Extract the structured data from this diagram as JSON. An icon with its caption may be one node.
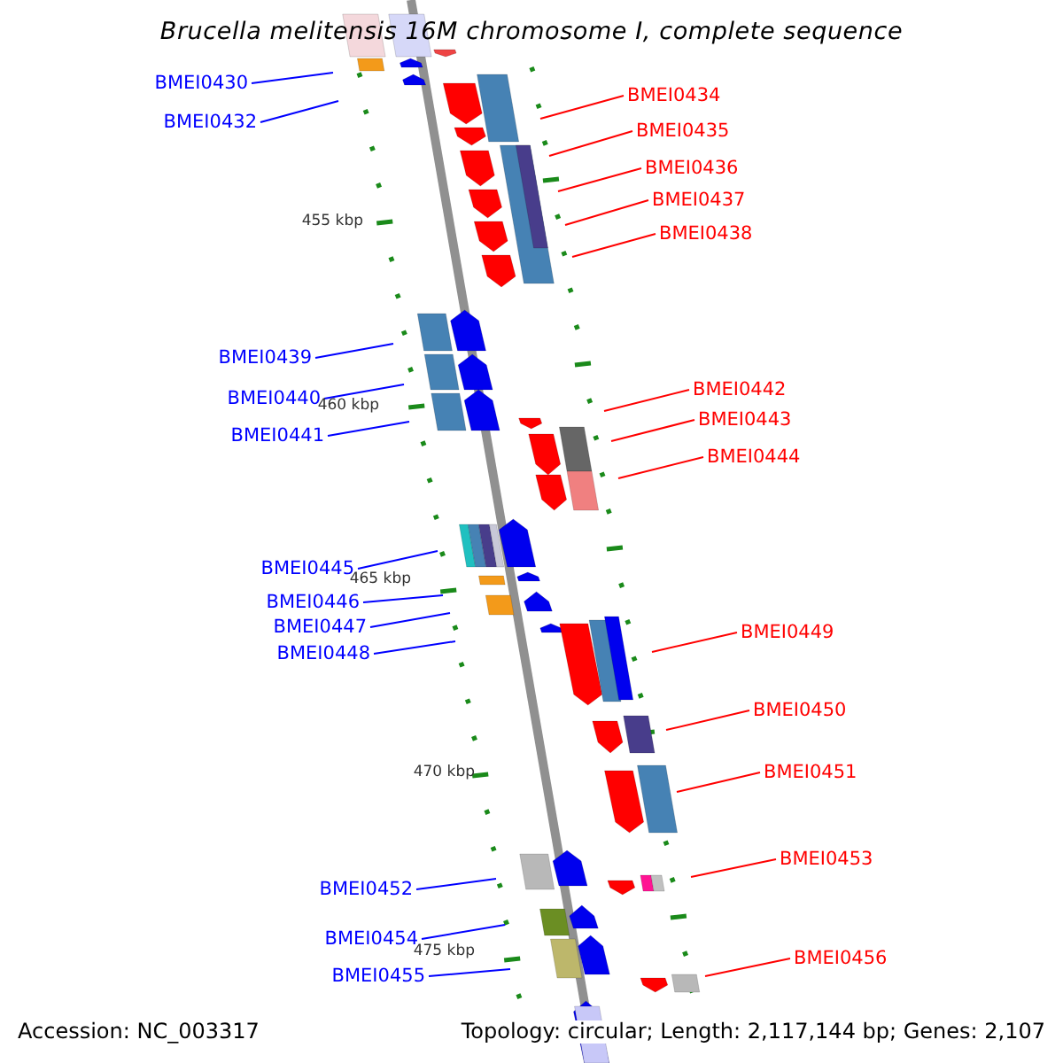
{
  "diagram": {
    "title": "Brucella melitensis 16M chromosome I, complete sequence",
    "nodes": [
      {
        "text": [
          "BMEI0430"
        ]
      },
      {
        "text": [
          "BMEI0432"
        ]
      },
      {
        "text": [
          "BMEI0434"
        ]
      },
      {
        "text": [
          "BMEI0435"
        ]
      },
      {
        "text": [
          "BMEI0436"
        ]
      },
      {
        "text": [
          "BMEI0437"
        ]
      },
      {
        "text": [
          "BMEI0438"
        ]
      },
      {
        "text": [
          "BMEI0439"
        ]
      },
      {
        "text": [
          "BMEI0440"
        ]
      },
      {
        "text": [
          "BMEI0441"
        ]
      },
      {
        "text": [
          "BMEI0442"
        ]
      },
      {
        "text": [
          "BMEI0443"
        ]
      },
      {
        "text": [
          "BMEI0444"
        ]
      },
      {
        "text": [
          "BMEI0445"
        ]
      },
      {
        "text": [
          "BMEI0446"
        ]
      },
      {
        "text": [
          "BMEI0447"
        ]
      },
      {
        "text": [
          "BMEI0448"
        ]
      },
      {
        "text": [
          "BMEI0449"
        ]
      },
      {
        "text": [
          "BMEI0450"
        ]
      },
      {
        "text": [
          "BMEI0451"
        ]
      },
      {
        "text": [
          "BMEI0452"
        ]
      },
      {
        "text": [
          "BMEI0453"
        ]
      },
      {
        "text": [
          "BMEI0454"
        ]
      },
      {
        "text": [
          "BMEI0455"
        ]
      },
      {
        "text": [
          "BMEI0456"
        ]
      }
    ],
    "edges": [
      {
        "from": 0,
        "to": null,
        "arrow": "none",
        "color": "#0000ff"
      },
      {
        "from": 1,
        "to": null,
        "arrow": "none",
        "color": "#0000ff"
      },
      {
        "from": 2,
        "to": null,
        "arrow": "none"
      },
      {
        "from": 3,
        "to": null,
        "arrow": "none"
      },
      {
        "from": 4,
        "to": null,
        "arrow": "none"
      },
      {
        "from": 5,
        "to": null,
        "arrow": "none"
      },
      {
        "from": 6,
        "to": null,
        "arrow": "none"
      },
      {
        "from": 7,
        "to": null,
        "arrow": "none",
        "color": "#0000ff"
      },
      {
        "from": 8,
        "to": null,
        "arrow": "none",
        "color": "#0000ff"
      },
      {
        "from": 9,
        "to": null,
        "arrow": "none",
        "color": "#0000ff"
      },
      {
        "from": 10,
        "to": null,
        "arrow": "none"
      },
      {
        "from": 11,
        "to": null,
        "arrow": "none"
      },
      {
        "from": 12,
        "to": null,
        "arrow": "none"
      },
      {
        "from": 13,
        "to": null,
        "arrow": "none",
        "color": "#0000ff"
      },
      {
        "from": 14,
        "to": null,
        "arrow": "none",
        "color": "#0000ff"
      },
      {
        "from": 15,
        "to": null,
        "arrow": "none",
        "color": "#0000ff"
      },
      {
        "from": 16,
        "to": null,
        "arrow": "none",
        "color": "#0000ff"
      },
      {
        "from": 17,
        "to": null,
        "arrow": "none"
      },
      {
        "from": 18,
        "to": null,
        "arrow": "none"
      },
      {
        "from": 19,
        "to": null,
        "arrow": "none"
      },
      {
        "from": 20,
        "to": null,
        "arrow": "none",
        "color": "#0000ff"
      },
      {
        "from": 21,
        "to": null,
        "arrow": "none"
      },
      {
        "from": 22,
        "to": null,
        "arrow": "none",
        "color": "#0000ff"
      },
      {
        "from": 23,
        "to": null,
        "arrow": "none",
        "color": "#0000ff"
      },
      {
        "from": 24,
        "to": null,
        "arrow": "none"
      }
    ],
    "labels": [
      "455 kbp",
      "460 kbp",
      "465 kbp",
      "470 kbp",
      "475 kbp",
      "Accession: NC_003317",
      "Topology: circular; Length: 2,117,144 bp; Genes: 2,107"
    ]
  }
}
